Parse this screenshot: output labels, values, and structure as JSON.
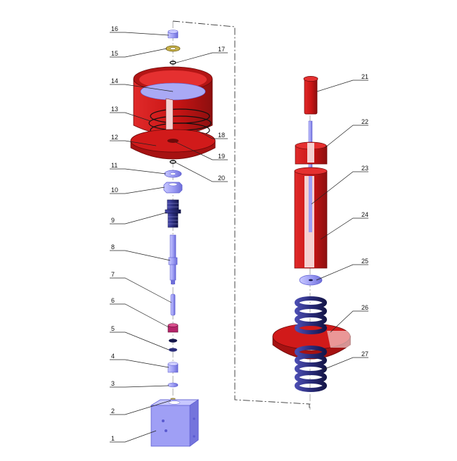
{
  "diagram": {
    "type": "exploded-assembly",
    "colors": {
      "red": "#d11a1a",
      "red_dark": "#8c0f0f",
      "lavender": "#9f9ff5",
      "lavender_dark": "#5a5ad0",
      "navy": "#2a2c7a",
      "navy_dark": "#15164a",
      "brass": "#c8b24a",
      "leader": "#222222"
    },
    "callouts": [
      {
        "number": "1"
      },
      {
        "number": "2"
      },
      {
        "number": "3"
      },
      {
        "number": "4"
      },
      {
        "number": "5"
      },
      {
        "number": "6"
      },
      {
        "number": "7"
      },
      {
        "number": "8"
      },
      {
        "number": "9"
      },
      {
        "number": "10"
      },
      {
        "number": "11"
      },
      {
        "number": "12"
      },
      {
        "number": "13"
      },
      {
        "number": "14"
      },
      {
        "number": "15"
      },
      {
        "number": "16"
      },
      {
        "number": "17"
      },
      {
        "number": "18"
      },
      {
        "number": "19"
      },
      {
        "number": "20"
      },
      {
        "number": "21"
      },
      {
        "number": "22"
      },
      {
        "number": "23"
      },
      {
        "number": "24"
      },
      {
        "number": "25"
      },
      {
        "number": "26"
      },
      {
        "number": "27"
      }
    ]
  }
}
